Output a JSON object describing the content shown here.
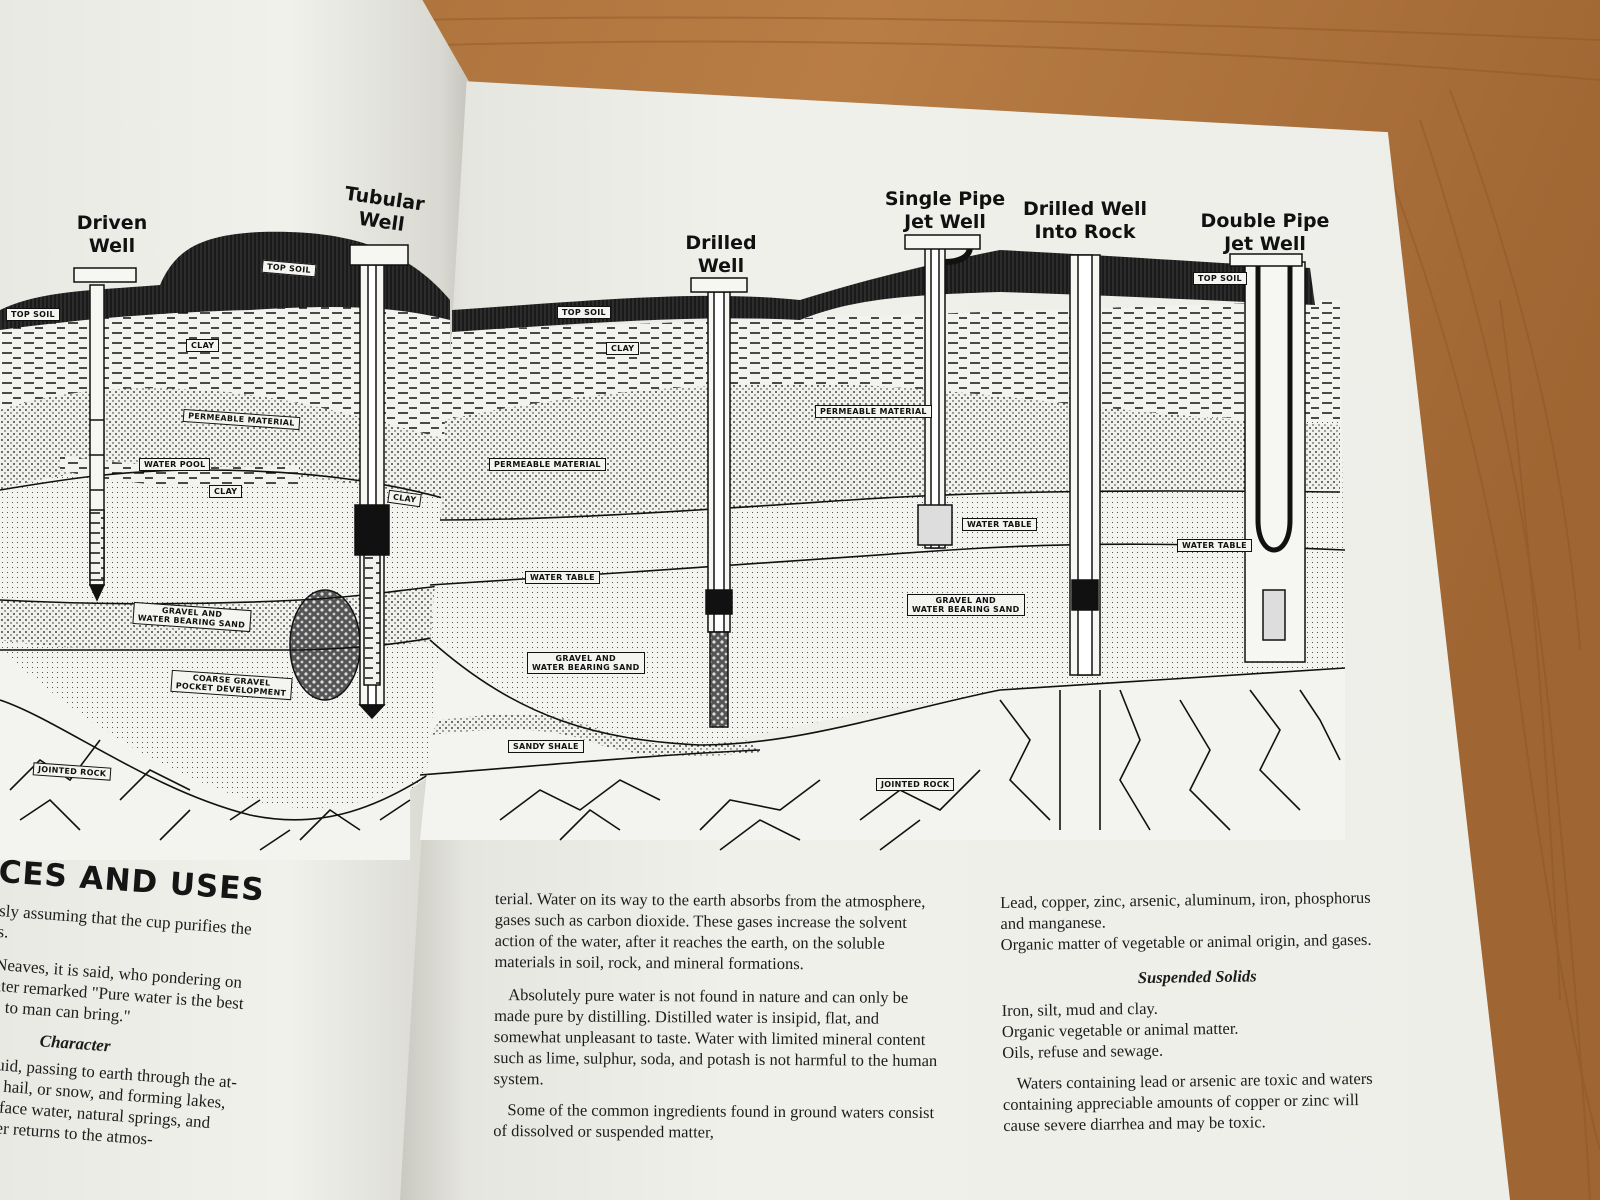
{
  "wells": {
    "driven": "Driven\nWell",
    "tubular": "Tubular\nWell",
    "drilled": "Drilled\nWell",
    "single_pipe": "Single Pipe\nJet Well",
    "into_rock": "Drilled Well\nInto Rock",
    "double_pipe": "Double Pipe\nJet Well"
  },
  "labels": {
    "top_soil_1": "TOP SOIL",
    "top_soil_2": "TOP SOIL",
    "top_soil_3": "TOP SOIL",
    "top_soil_4": "TOP SOIL",
    "clay_1": "CLAY",
    "clay_2": "CLAY",
    "clay_3": "CLAY",
    "clay_4": "CLAY",
    "permeable_1": "PERMEABLE MATERIAL",
    "permeable_2": "PERMEABLE MATERIAL",
    "permeable_3": "PERMEABLE MATERIAL",
    "water_pool": "WATER POOL",
    "water_table_1": "WATER TABLE",
    "water_table_2": "WATER TABLE",
    "water_table_3": "WATER TABLE",
    "gravel_1": "GRAVEL AND\nWATER BEARING SAND",
    "gravel_2": "GRAVEL AND\nWATER BEARING SAND",
    "gravel_3": "GRAVEL AND\nWATER BEARING SAND",
    "coarse_gravel": "COARSE GRAVEL\nPOCKET DEVELOPMENT",
    "sandy_shale": "SANDY SHALE",
    "jointed_rock_1": "JOINTED ROCK",
    "jointed_rock_2": "JOINTED ROCK"
  },
  "left_page": {
    "heading": "CES AND USES",
    "lines": [
      "sly assuming that the cup purifies the",
      "s.",
      "Neaves, it is said, who pondering on",
      "ater remarked \"Pure water is the best",
      "n to man can bring.\""
    ],
    "subheading": "Character",
    "lines2": [
      "quid, passing to earth through the at-",
      "n, hail, or snow, and forming lakes,",
      "urface water, natural springs, and",
      "ater returns to the atmos-"
    ]
  },
  "middle_column": {
    "p1": "terial. Water on its way to the earth absorbs from the atmosphere, gases such as carbon dioxide. These gases increase the solvent action of the water, after it reaches the earth, on the soluble materials in soil, rock, and mineral formations.",
    "p2": "Absolutely pure water is not found in nature and can only be made pure by distilling. Distilled water is insipid, flat, and somewhat unpleasant to taste. Water with limited mineral content such as lime, sulphur, soda, and potash is not harmful to the human system.",
    "p3": "Some of the common ingredients found in ground waters consist of dissolved or suspended matter,"
  },
  "right_column": {
    "item1": "Lead, copper, zinc, arsenic, aluminum, iron, phosphorus and manganese.",
    "item2": "Organic matter of vegetable or animal origin, and gases.",
    "subheading": "Suspended Solids",
    "item3": "Iron, silt, mud and clay.",
    "item4": "Organic vegetable or animal matter.",
    "item5": "Oils, refuse and sewage.",
    "p1": "Waters containing lead or arsenic are toxic and waters containing appreciable amounts of copper or zinc will cause severe diarrhea and may be toxic."
  },
  "colors": {
    "ink": "#111111",
    "paper": "#efefea",
    "wood": "#b0763f"
  }
}
